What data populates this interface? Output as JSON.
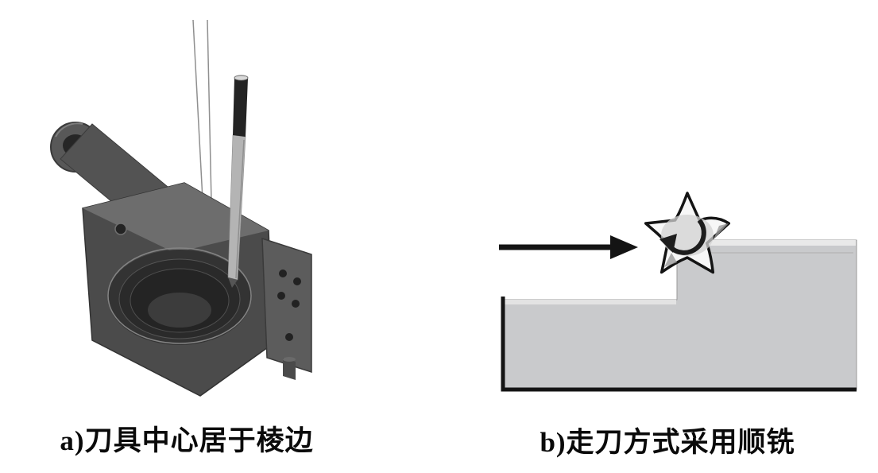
{
  "page": {
    "background": "#ffffff"
  },
  "figure_a": {
    "caption": "a)刀具中心居于棱边"
  },
  "figure_b": {
    "caption": "b)走刀方式采用顺铣"
  },
  "colors": {
    "part_body": "#4b4b4b",
    "part_top_face": "#6d6d6d",
    "part_arm": "#535353",
    "tool_shaft": "#b4b4b4",
    "tool_band": "#242424",
    "workpiece_fill": "#c9cacc",
    "workpiece_highlight": "#e9e9e9",
    "cutter_fill": "#f7f7f7",
    "outline": "#141414",
    "guide_line": "#8f8f8f"
  },
  "icons": {
    "feed_arrow": "feed-direction-arrow-right",
    "rotation_arrow": "cutter-rotation-arrow",
    "cutter": "milling-cutter"
  }
}
